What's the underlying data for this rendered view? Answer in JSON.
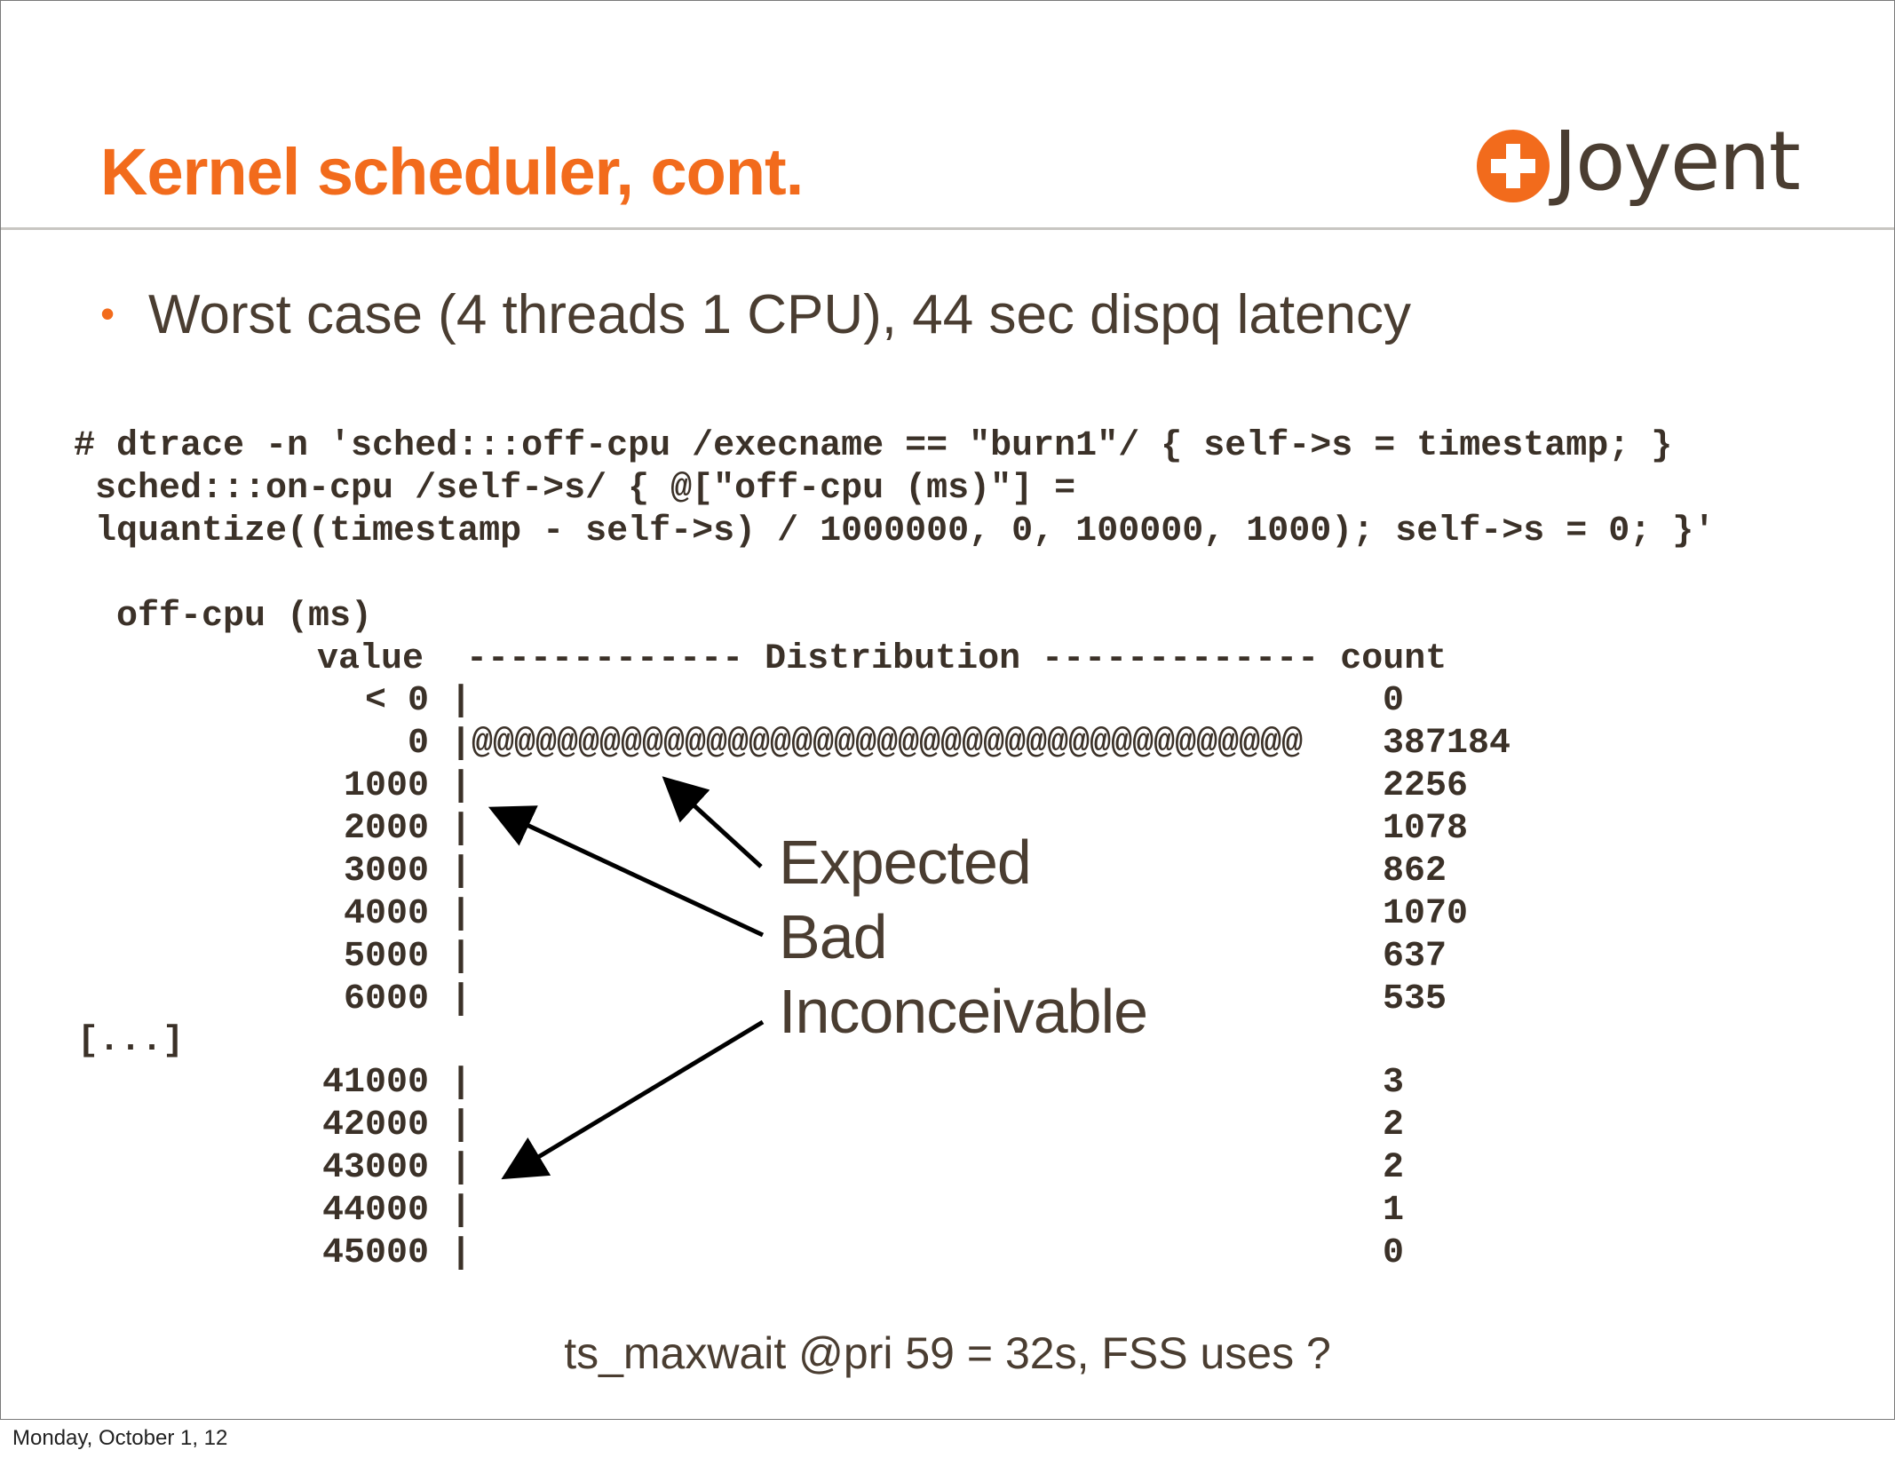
{
  "slide": {
    "title": "Kernel scheduler, cont.",
    "logo_text": "Joyent",
    "bullet": "Worst case (4 threads 1 CPU), 44 sec dispq latency",
    "command": "# dtrace -n 'sched:::off-cpu /execname == \"burn1\"/ { self->s = timestamp; }\n sched:::on-cpu /self->s/ { @[\"off-cpu (ms)\"] =\n lquantize((timestamp - self->s) / 1000000, 0, 100000, 1000); self->s = 0; }'",
    "table_label": "off-cpu (ms)",
    "table_header": "value  ------------- Distribution ------------- count",
    "ellipsis": "[...]",
    "rows_top": [
      {
        "value": "< 0",
        "bar": "|",
        "count": "0"
      },
      {
        "value": "0",
        "bar": "|@@@@@@@@@@@@@@@@@@@@@@@@@@@@@@@@@@@@@@@",
        "count": "387184"
      },
      {
        "value": "1000",
        "bar": "|",
        "count": "2256"
      },
      {
        "value": "2000",
        "bar": "|",
        "count": "1078"
      },
      {
        "value": "3000",
        "bar": "|",
        "count": "862"
      },
      {
        "value": "4000",
        "bar": "|",
        "count": "1070"
      },
      {
        "value": "5000",
        "bar": "|",
        "count": "637"
      },
      {
        "value": "6000",
        "bar": "|",
        "count": "535"
      }
    ],
    "rows_bottom": [
      {
        "value": "41000",
        "bar": "|",
        "count": "3"
      },
      {
        "value": "42000",
        "bar": "|",
        "count": "2"
      },
      {
        "value": "43000",
        "bar": "|",
        "count": "2"
      },
      {
        "value": "44000",
        "bar": "|",
        "count": "1"
      },
      {
        "value": "45000",
        "bar": "|",
        "count": "0"
      }
    ],
    "annotations": {
      "expected": "Expected",
      "bad": "Bad",
      "inconceivable": "Inconceivable"
    },
    "footer_note": "ts_maxwait @pri 59 = 32s, FSS uses ?",
    "colors": {
      "accent": "#f26b1c",
      "text": "#4a3d31",
      "code": "#3b3128"
    }
  },
  "footer": {
    "date": "Monday, October 1, 12"
  }
}
